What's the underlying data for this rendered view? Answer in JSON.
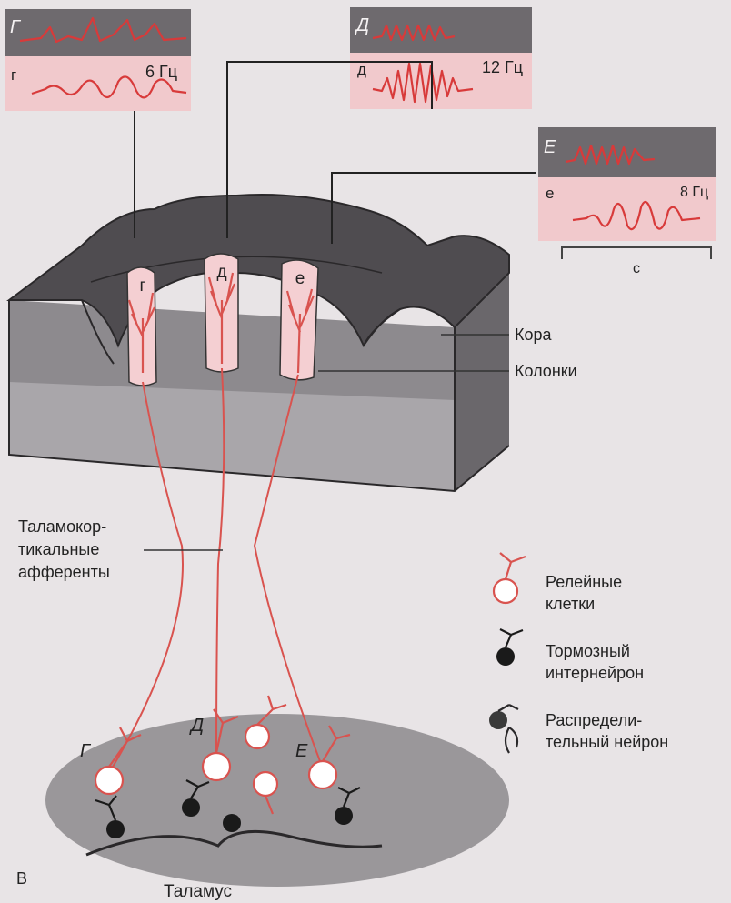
{
  "panel_letter": "В",
  "region_labels": {
    "cortex": "Кора",
    "columns": "Колонки",
    "thalamus": "Таламус"
  },
  "afferents_label": [
    "Таламокор-",
    "тикальные",
    "афференты"
  ],
  "legend": {
    "relay": [
      "Релейные",
      "клетки"
    ],
    "inhibitory": [
      "Тормозный",
      "интернейрон"
    ],
    "distributive": [
      "Распредели-",
      "тельный нейрон"
    ]
  },
  "signals": {
    "G_upper": "Г",
    "g_lower": "г",
    "g_freq": "6 Гц",
    "D_upper": "Д",
    "d_lower": "д",
    "d_freq": "12 Гц",
    "E_upper": "Е",
    "e_lower": "е",
    "e_freq": "8 Гц",
    "time_scale": "с"
  },
  "columns": {
    "g": "г",
    "d": "д",
    "e": "е"
  },
  "thalamic_groups": {
    "G": "Г",
    "D": "Д",
    "E": "Е"
  },
  "colors": {
    "red": "#d9534f",
    "dark_panel": "#6e6a6e",
    "pink_panel": "#f1c9cc",
    "cortex": "#555256",
    "thalamus": "#9a979a"
  }
}
